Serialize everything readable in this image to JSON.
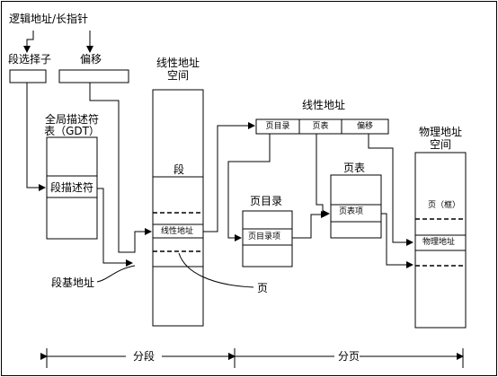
{
  "labels": {
    "logical_address": "逻辑地址/长指针",
    "segment_selector": "段选择子",
    "offset": "偏移",
    "gdt_line1": "全局描述符",
    "gdt_line2": "表（GDT）",
    "segment_descriptor": "段描述符",
    "linear_space_line1": "线性地址",
    "linear_space_line2": "空间",
    "segment": "段",
    "linear_address_entry": "线性地址",
    "segment_base": "段基地址",
    "page_pointer": "页",
    "linear_address_title": "线性地址",
    "la_dir": "页目录",
    "la_table": "页表",
    "la_offset": "偏移",
    "page_directory": "页目录",
    "pd_entry": "页目录项",
    "page_table": "页表",
    "pt_entry": "页表项",
    "physical_space_line1": "物理地址",
    "physical_space_line2": "空间",
    "page_frame": "页（框）",
    "physical_address": "物理地址",
    "segmentation": "分段",
    "paging": "分页"
  }
}
